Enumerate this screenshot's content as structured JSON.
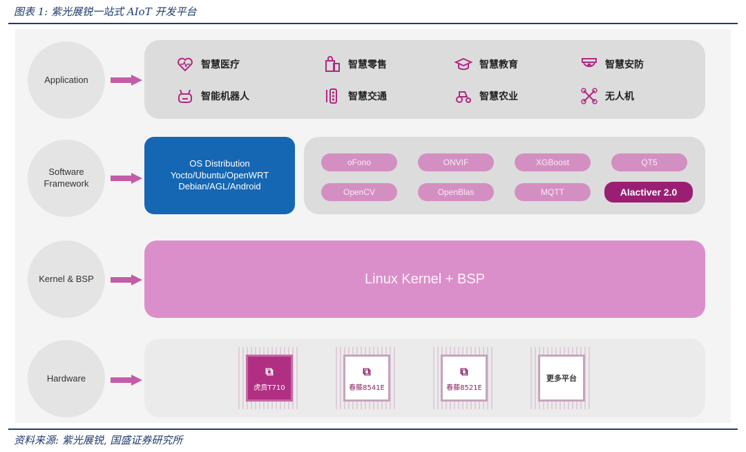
{
  "caption": "图表 1: 紫光展锐一站式 AIoT 开发平台",
  "source": "资料来源: 紫光展锐, 国盛证券研究所",
  "layers": {
    "application": "Application",
    "software": "Software Framework",
    "kernel": "Kernel & BSP",
    "hardware": "Hardware"
  },
  "applications": [
    {
      "label": "智慧医疗",
      "icon": "heart-icon"
    },
    {
      "label": "智慧零售",
      "icon": "shopping-bag-icon"
    },
    {
      "label": "智慧教育",
      "icon": "graduation-cap-icon"
    },
    {
      "label": "智慧安防",
      "icon": "camera-icon"
    },
    {
      "label": "智能机器人",
      "icon": "robot-icon"
    },
    {
      "label": "智慧交通",
      "icon": "traffic-light-icon"
    },
    {
      "label": "智慧农业",
      "icon": "tractor-icon"
    },
    {
      "label": "无人机",
      "icon": "drone-icon"
    }
  ],
  "os_distribution": {
    "line1": "OS Distribution",
    "line2": "Yocto/Ubuntu/OpenWRT",
    "line3": "Debian/AGL/Android"
  },
  "frameworks": [
    "oFono",
    "ONVIF",
    "XGBoost",
    "QT5",
    "OpenCV",
    "OpenBlas",
    "MQTT",
    "AIactiver 2.0"
  ],
  "kernel_label": "Linux Kernel + BSP",
  "chips": [
    "虎贲T710",
    "春藤8541E",
    "春藤8521E",
    "更多平台"
  ],
  "chip_icon": "⧉",
  "colors": {
    "accent_pink": "#d48fc2",
    "dark_magenta": "#9a1f73",
    "os_blue": "#1667b3",
    "caption_navy": "#1f3b6e"
  }
}
